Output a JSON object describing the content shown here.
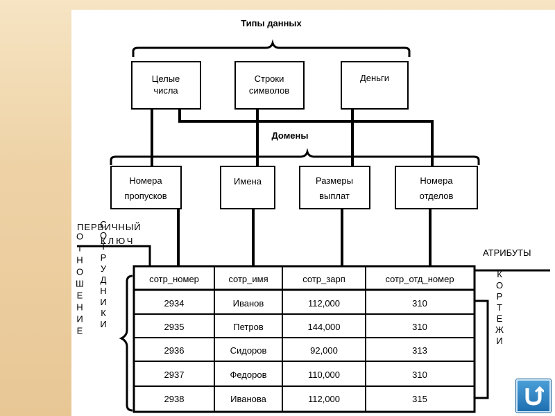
{
  "diagram": {
    "data_types_title": "Типы данных",
    "types": [
      {
        "line1": "Целые",
        "line2": "числа"
      },
      {
        "line1": "Строки",
        "line2": "символов"
      },
      {
        "line1": "Деньги",
        "line2": ""
      }
    ],
    "domains_title": "Домены",
    "domains": [
      {
        "line1": "Номера",
        "line2": "пропусков"
      },
      {
        "line1": "Имена",
        "line2": ""
      },
      {
        "line1": "Размеры",
        "line2": "выплат"
      },
      {
        "line1": "Номера",
        "line2": "отделов"
      }
    ],
    "primary_key_label": {
      "line1": "ПЕРВИЧНЫЙ",
      "line2": "КЛЮЧ"
    },
    "attributes_label": "АТРИБУТЫ",
    "relation_label": "ОТНОШЕНИЕ",
    "relation_name": "СОТРУДНИКИ",
    "tuples_label": "КОРТЕЖИ",
    "table": {
      "columns": [
        "сотр_номер",
        "сотр_имя",
        "сотр_зарп",
        "сотр_отд_номер"
      ],
      "rows": [
        [
          "2934",
          "Иванов",
          "112,000",
          "310"
        ],
        [
          "2935",
          "Петров",
          "144,000",
          "310"
        ],
        [
          "2936",
          "Сидоров",
          "92,000",
          "313"
        ],
        [
          "2937",
          "Федоров",
          "110,000",
          "310"
        ],
        [
          "2938",
          "Иванова",
          "112,000",
          "315"
        ]
      ]
    }
  },
  "nav": {
    "icon": "return-arrow-icon",
    "color": "#2a7fc0"
  }
}
